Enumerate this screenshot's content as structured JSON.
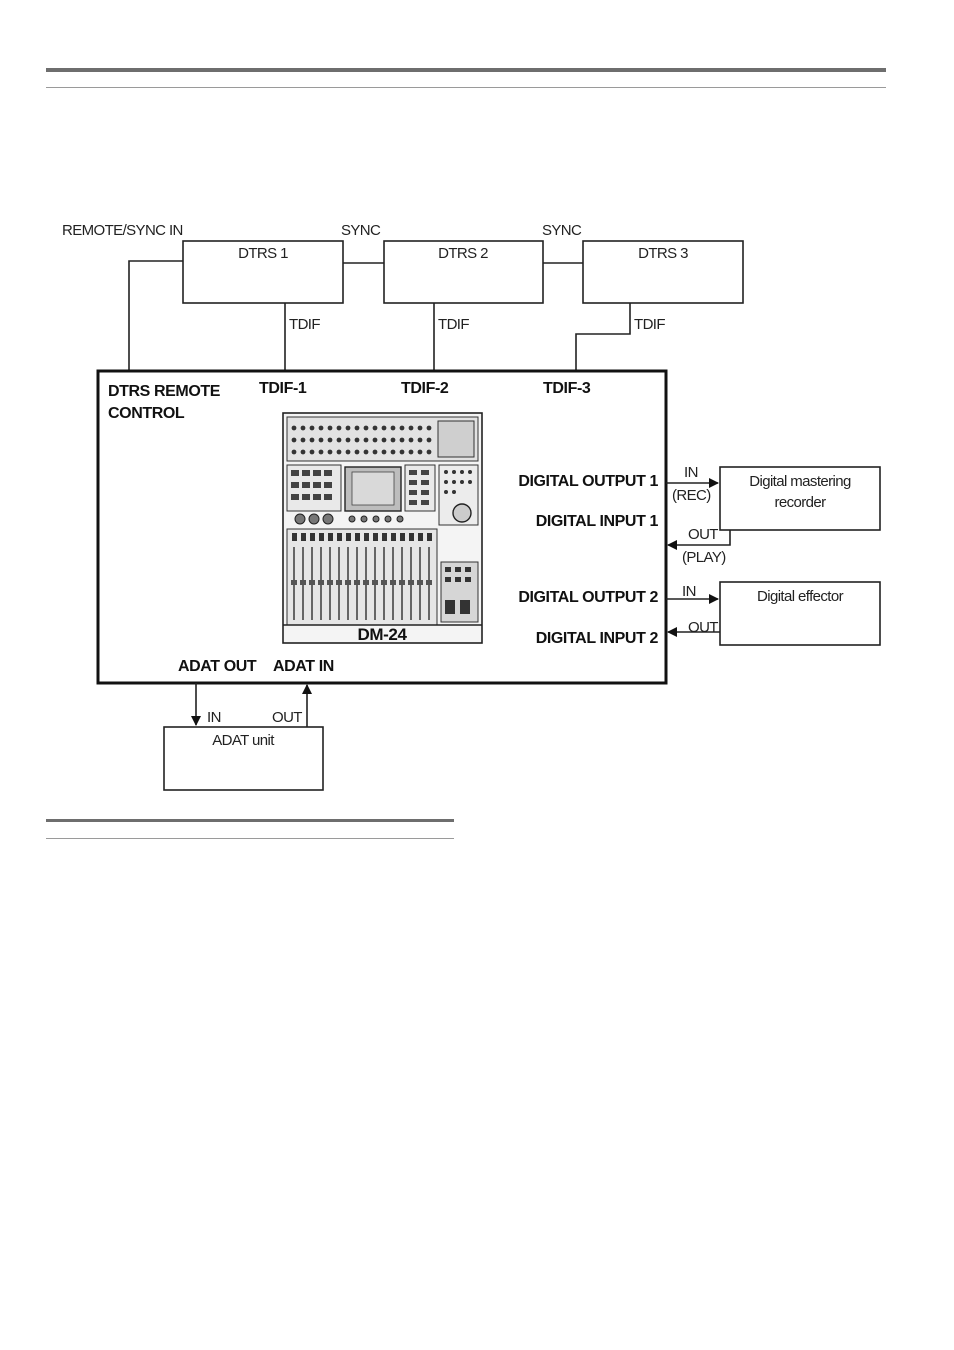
{
  "labels": {
    "remote_sync_in": "REMOTE/SYNC IN",
    "sync_1": "SYNC",
    "sync_2": "SYNC",
    "tdif_1": "TDIF",
    "tdif_2": "TDIF",
    "tdif_3": "TDIF",
    "in_rec": "IN",
    "rec": "(REC)",
    "out_play": "OUT",
    "play": "(PLAY)",
    "in_eff": "IN",
    "out_eff": "OUT",
    "adat_in_label": "IN",
    "adat_out_label": "OUT"
  },
  "devices": {
    "dtrs1": "DTRS 1",
    "dtrs2": "DTRS 2",
    "dtrs3": "DTRS 3",
    "mastering_line1": "Digital mastering",
    "mastering_line2": "recorder",
    "effector": "Digital effector",
    "adat_unit": "ADAT unit",
    "mixer_name": "DM-24"
  },
  "mixer_ports": {
    "dtrs_remote_line1": "DTRS REMOTE",
    "dtrs_remote_line2": "CONTROL",
    "tdif1": "TDIF-1",
    "tdif2": "TDIF-2",
    "tdif3": "TDIF-3",
    "digital_output_1": "DIGITAL OUTPUT 1",
    "digital_input_1": "DIGITAL INPUT 1",
    "digital_output_2": "DIGITAL OUTPUT 2",
    "digital_input_2": "DIGITAL INPUT 2",
    "adat_out": "ADAT OUT",
    "adat_in": "ADAT IN"
  }
}
